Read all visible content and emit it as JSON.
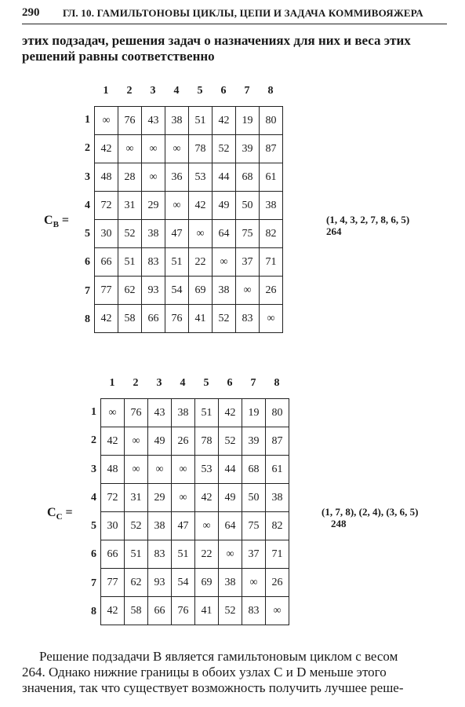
{
  "header": {
    "page_number": "290",
    "running_head": "ГЛ. 10. ГАМИЛЬТОНОВЫ ЦИКЛЫ, ЦЕПИ И ЗАДАЧА КОММИВОЯЖЕРА"
  },
  "intro": {
    "lines": [
      "этих подзадач, решения задач о назначениях для них и веса этих",
      "решений  равны  соответственно"
    ]
  },
  "matrices": [
    {
      "label_main": "C",
      "label_sub": "B",
      "label_suffix": " =",
      "col_headers": [
        "1",
        "2",
        "3",
        "4",
        "5",
        "6",
        "7",
        "8"
      ],
      "row_headers": [
        "1",
        "2",
        "3",
        "4",
        "5",
        "6",
        "7",
        "8"
      ],
      "rows": [
        [
          "∞",
          "76",
          "43",
          "38",
          "51",
          "42",
          "19",
          "80"
        ],
        [
          "42",
          "∞",
          "∞",
          "∞",
          "78",
          "52",
          "39",
          "87"
        ],
        [
          "48",
          "28",
          "∞",
          "36",
          "53",
          "44",
          "68",
          "61"
        ],
        [
          "72",
          "31",
          "29",
          "∞",
          "42",
          "49",
          "50",
          "38"
        ],
        [
          "30",
          "52",
          "38",
          "47",
          "∞",
          "64",
          "75",
          "82"
        ],
        [
          "66",
          "51",
          "83",
          "51",
          "22",
          "∞",
          "37",
          "71"
        ],
        [
          "77",
          "62",
          "93",
          "54",
          "69",
          "38",
          "∞",
          "26"
        ],
        [
          "42",
          "58",
          "66",
          "76",
          "41",
          "52",
          "83",
          "∞"
        ]
      ],
      "result_line1": "(1, 4, 3, 2, 7, 8, 6, 5)",
      "result_line2": "264"
    },
    {
      "label_main": "C",
      "label_sub": "C",
      "label_suffix": " =",
      "col_headers": [
        "1",
        "2",
        "3",
        "4",
        "5",
        "6",
        "7",
        "8"
      ],
      "row_headers": [
        "1",
        "2",
        "3",
        "4",
        "5",
        "6",
        "7",
        "8"
      ],
      "rows": [
        [
          "∞",
          "76",
          "43",
          "38",
          "51",
          "42",
          "19",
          "80"
        ],
        [
          "42",
          "∞",
          "49",
          "26",
          "78",
          "52",
          "39",
          "87"
        ],
        [
          "48",
          "∞",
          "∞",
          "∞",
          "53",
          "44",
          "68",
          "61"
        ],
        [
          "72",
          "31",
          "29",
          "∞",
          "42",
          "49",
          "50",
          "38"
        ],
        [
          "30",
          "52",
          "38",
          "47",
          "∞",
          "64",
          "75",
          "82"
        ],
        [
          "66",
          "51",
          "83",
          "51",
          "22",
          "∞",
          "37",
          "71"
        ],
        [
          "77",
          "62",
          "93",
          "54",
          "69",
          "38",
          "∞",
          "26"
        ],
        [
          "42",
          "58",
          "66",
          "76",
          "41",
          "52",
          "83",
          "∞"
        ]
      ],
      "result_line1": "(1, 7, 8), (2, 4), (3, 6, 5)",
      "result_line2": "248"
    }
  ],
  "closing": {
    "lines": [
      "Решение подзадачи B является гамильтоновым циклом с весом",
      "264. Однако нижние границы в обоих узлах C и D меньше этого",
      "значения, так что существует возможность получить лучшее реше-"
    ]
  }
}
